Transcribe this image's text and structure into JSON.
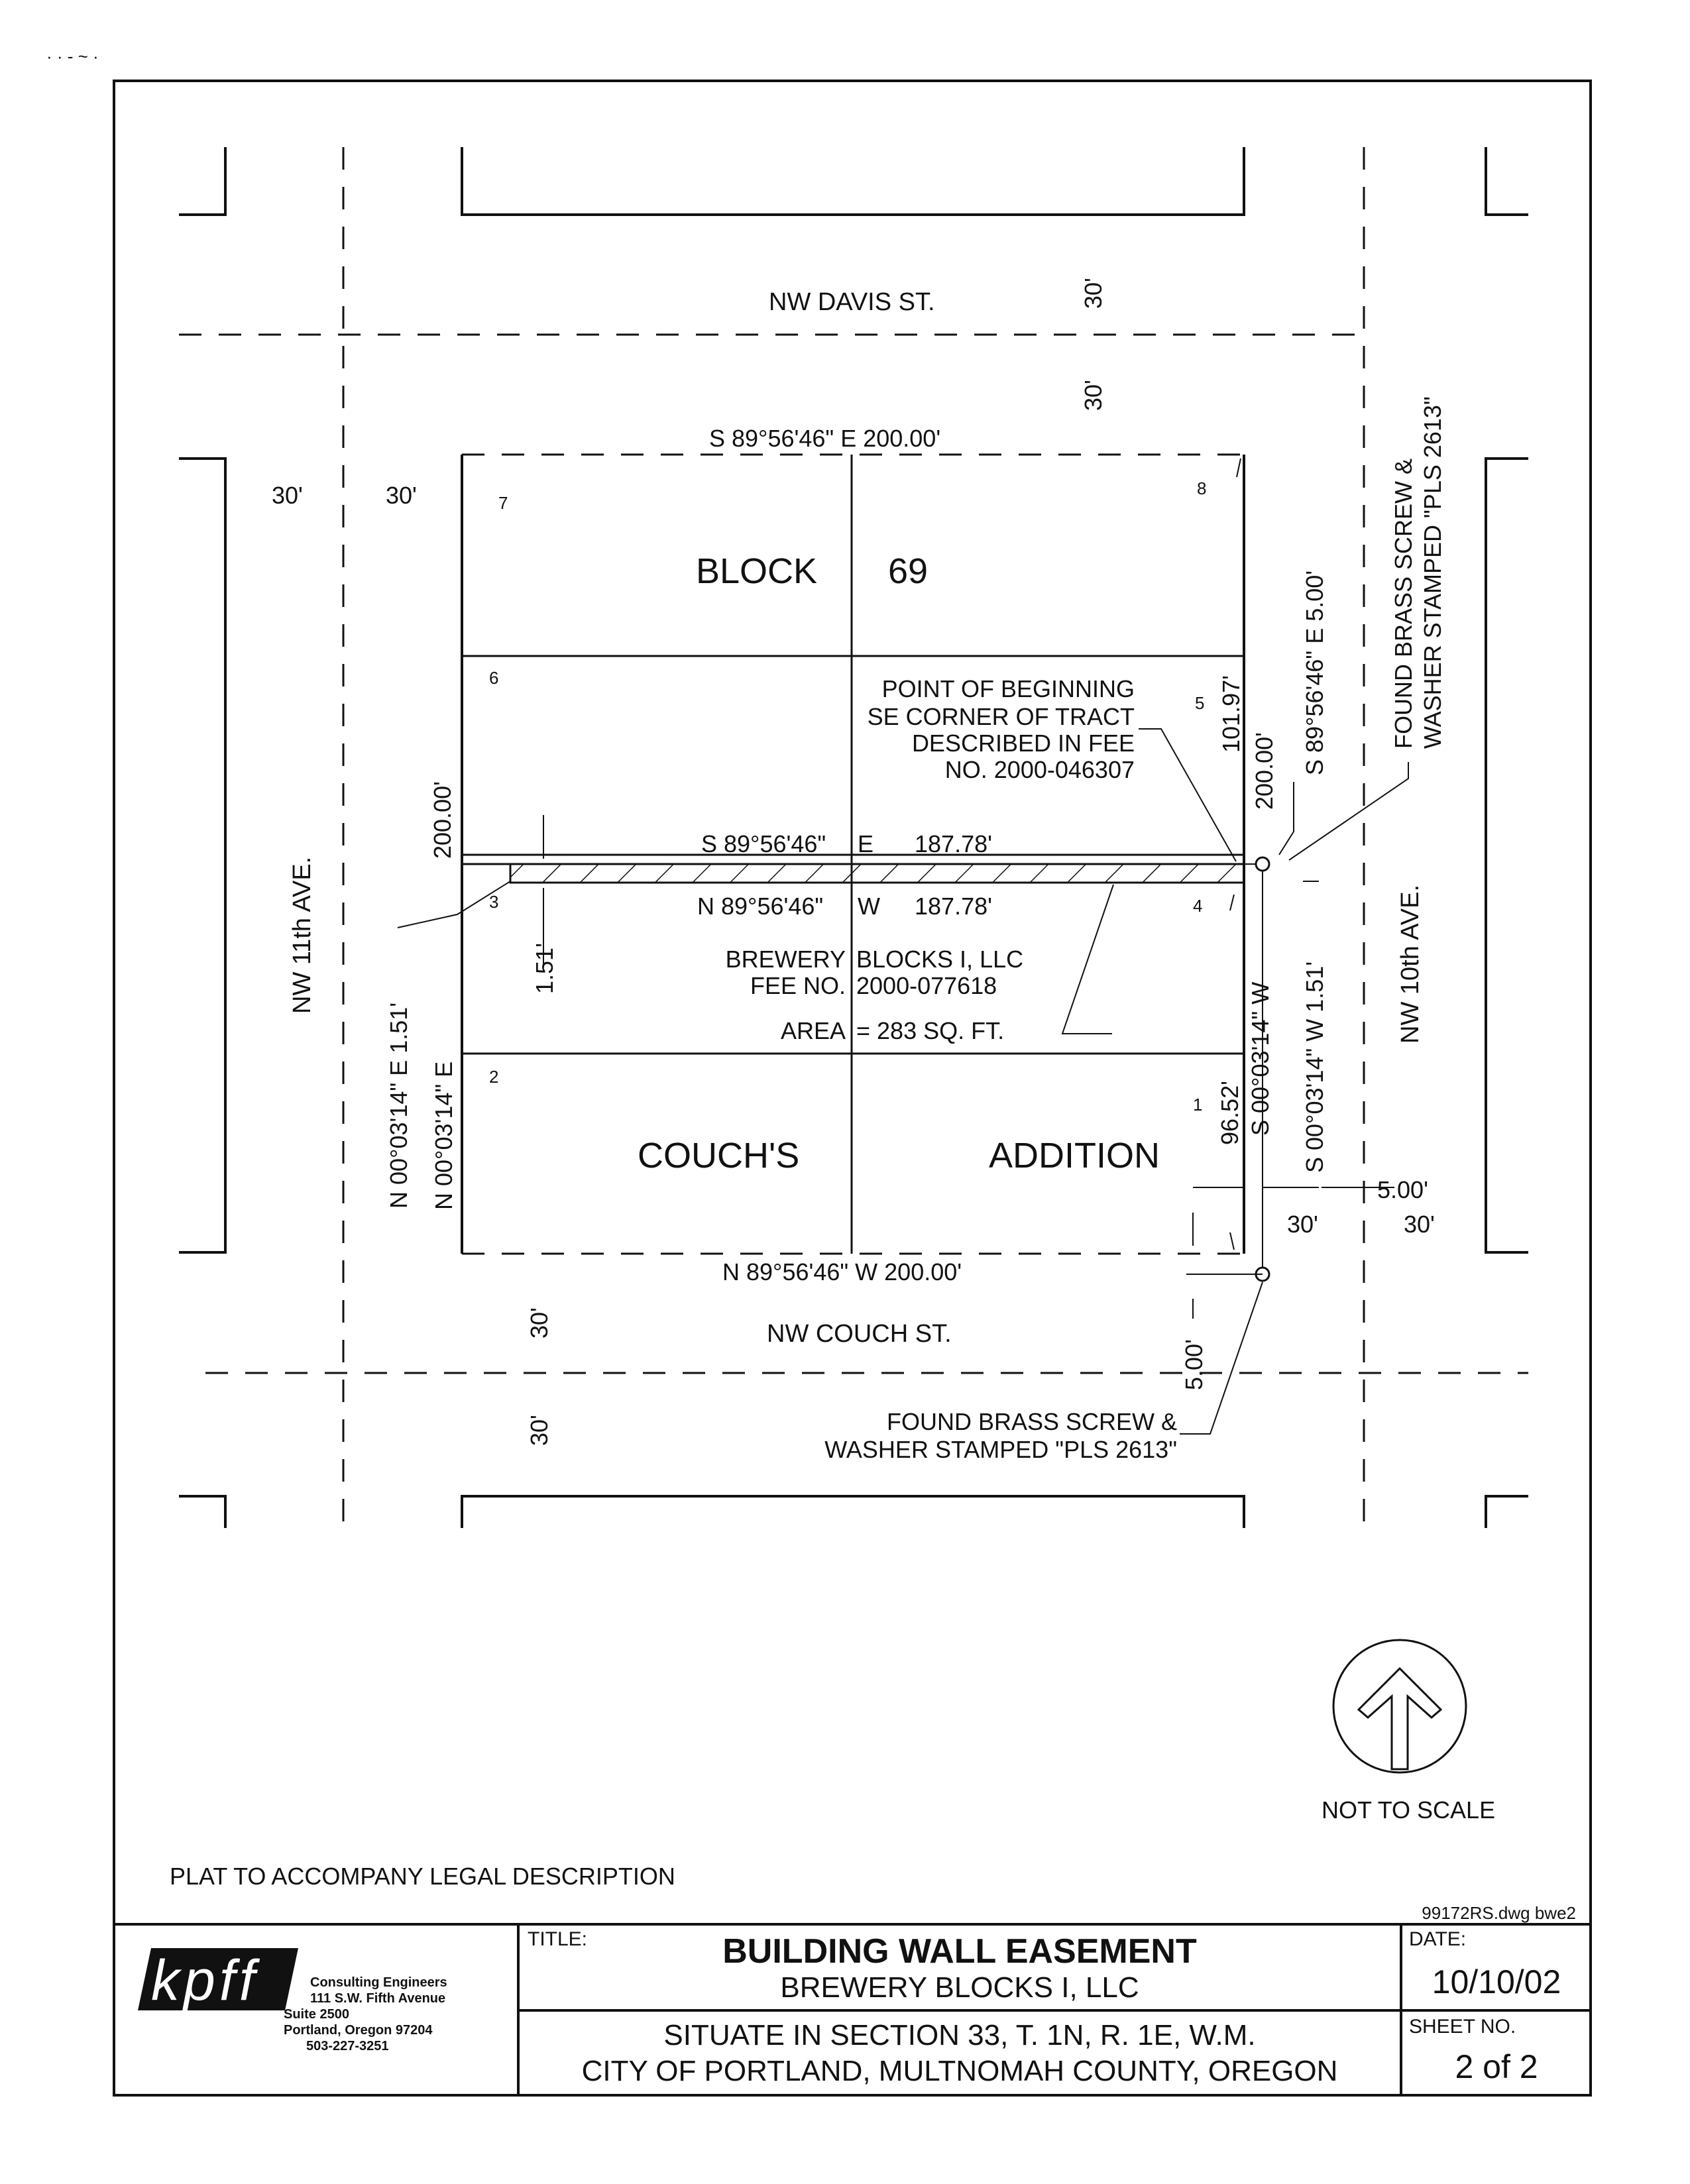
{
  "streets": {
    "north": "NW DAVIS ST.",
    "south": "NW COUCH ST.",
    "west": "NW 11th AVE.",
    "east": "NW 10th AVE."
  },
  "widths": {
    "davis_top": "30'",
    "davis_bottom": "30'",
    "couch_top": "30'",
    "couch_bottom": "30'",
    "eleventh_left": "30'",
    "eleventh_right": "30'",
    "tenth_left": "30'",
    "tenth_right": "30'"
  },
  "block": {
    "word_block": "BLOCK",
    "number": "69",
    "word_couchs": "COUCH'S",
    "word_addition": "ADDITION"
  },
  "lots": [
    "1",
    "2",
    "3",
    "4",
    "5",
    "6",
    "7",
    "8"
  ],
  "bearings": {
    "north_line": "S 89°56'46\" E   200.00'",
    "south_line": "N 89°56'46\"  W   200.00'",
    "west_line_bearing": "N 00°03'14\" E",
    "west_line_distance": "200.00'",
    "east_line_distance": "200.00'",
    "east_upper": "101.97'",
    "east_lower": "96.52'",
    "easement_north_bearing": "S 89°56'46\"",
    "easement_north_dir": "E",
    "easement_north_dist": "187.78'",
    "easement_south_bearing": "N 89°56'46\"",
    "easement_south_dir": "W",
    "easement_south_dist": "187.78'",
    "easement_width": "1.51'",
    "west_tie": "N 00°03'14\" E   1.51'",
    "east_tie_upper": "S 00°03'14\" W",
    "east_tie_lower": "S 00°03'14\" W   1.51'",
    "ne_tie": "S 89°56'46\" E   5.00'",
    "se_tie_east": "5.00'",
    "se_tie_south": "5.00'"
  },
  "notes": {
    "pob": [
      "POINT OF BEGINNING",
      "SE CORNER OF TRACT",
      "DESCRIBED IN FEE",
      "NO. 2000-046307"
    ],
    "owner_label_1": "BREWERY",
    "owner_value_1": "BLOCKS I, LLC",
    "owner_label_2": "FEE NO.",
    "owner_value_2": "2000-077618",
    "area_label": "AREA",
    "area_value": "= 283 SQ. FT.",
    "monument_ne": [
      "FOUND BRASS SCREW &",
      "WASHER STAMPED \"PLS 2613\""
    ],
    "monument_se": [
      "FOUND BRASS SCREW &",
      "WASHER STAMPED \"PLS 2613\""
    ],
    "scale": "NOT TO SCALE",
    "plat": "PLAT TO ACCOMPANY LEGAL DESCRIPTION",
    "file": "99172RS.dwg  bwe2"
  },
  "title_block": {
    "logo": "kpff",
    "company": [
      "Consulting Engineers",
      "111 S.W. Fifth Avenue",
      "Suite 2500",
      "Portland, Oregon 97204",
      "503-227-3251"
    ],
    "title_label": "TITLE:",
    "title": "BUILDING WALL EASEMENT",
    "subtitle": "BREWERY BLOCKS I, LLC",
    "situate_1": "SITUATE IN SECTION 33, T. 1N, R. 1E, W.M.",
    "situate_2": "CITY OF PORTLAND, MULTNOMAH COUNTY, OREGON",
    "date_label": "DATE:",
    "date": "10/10/02",
    "sheet_label": "SHEET NO.",
    "sheet": "2 of 2"
  }
}
